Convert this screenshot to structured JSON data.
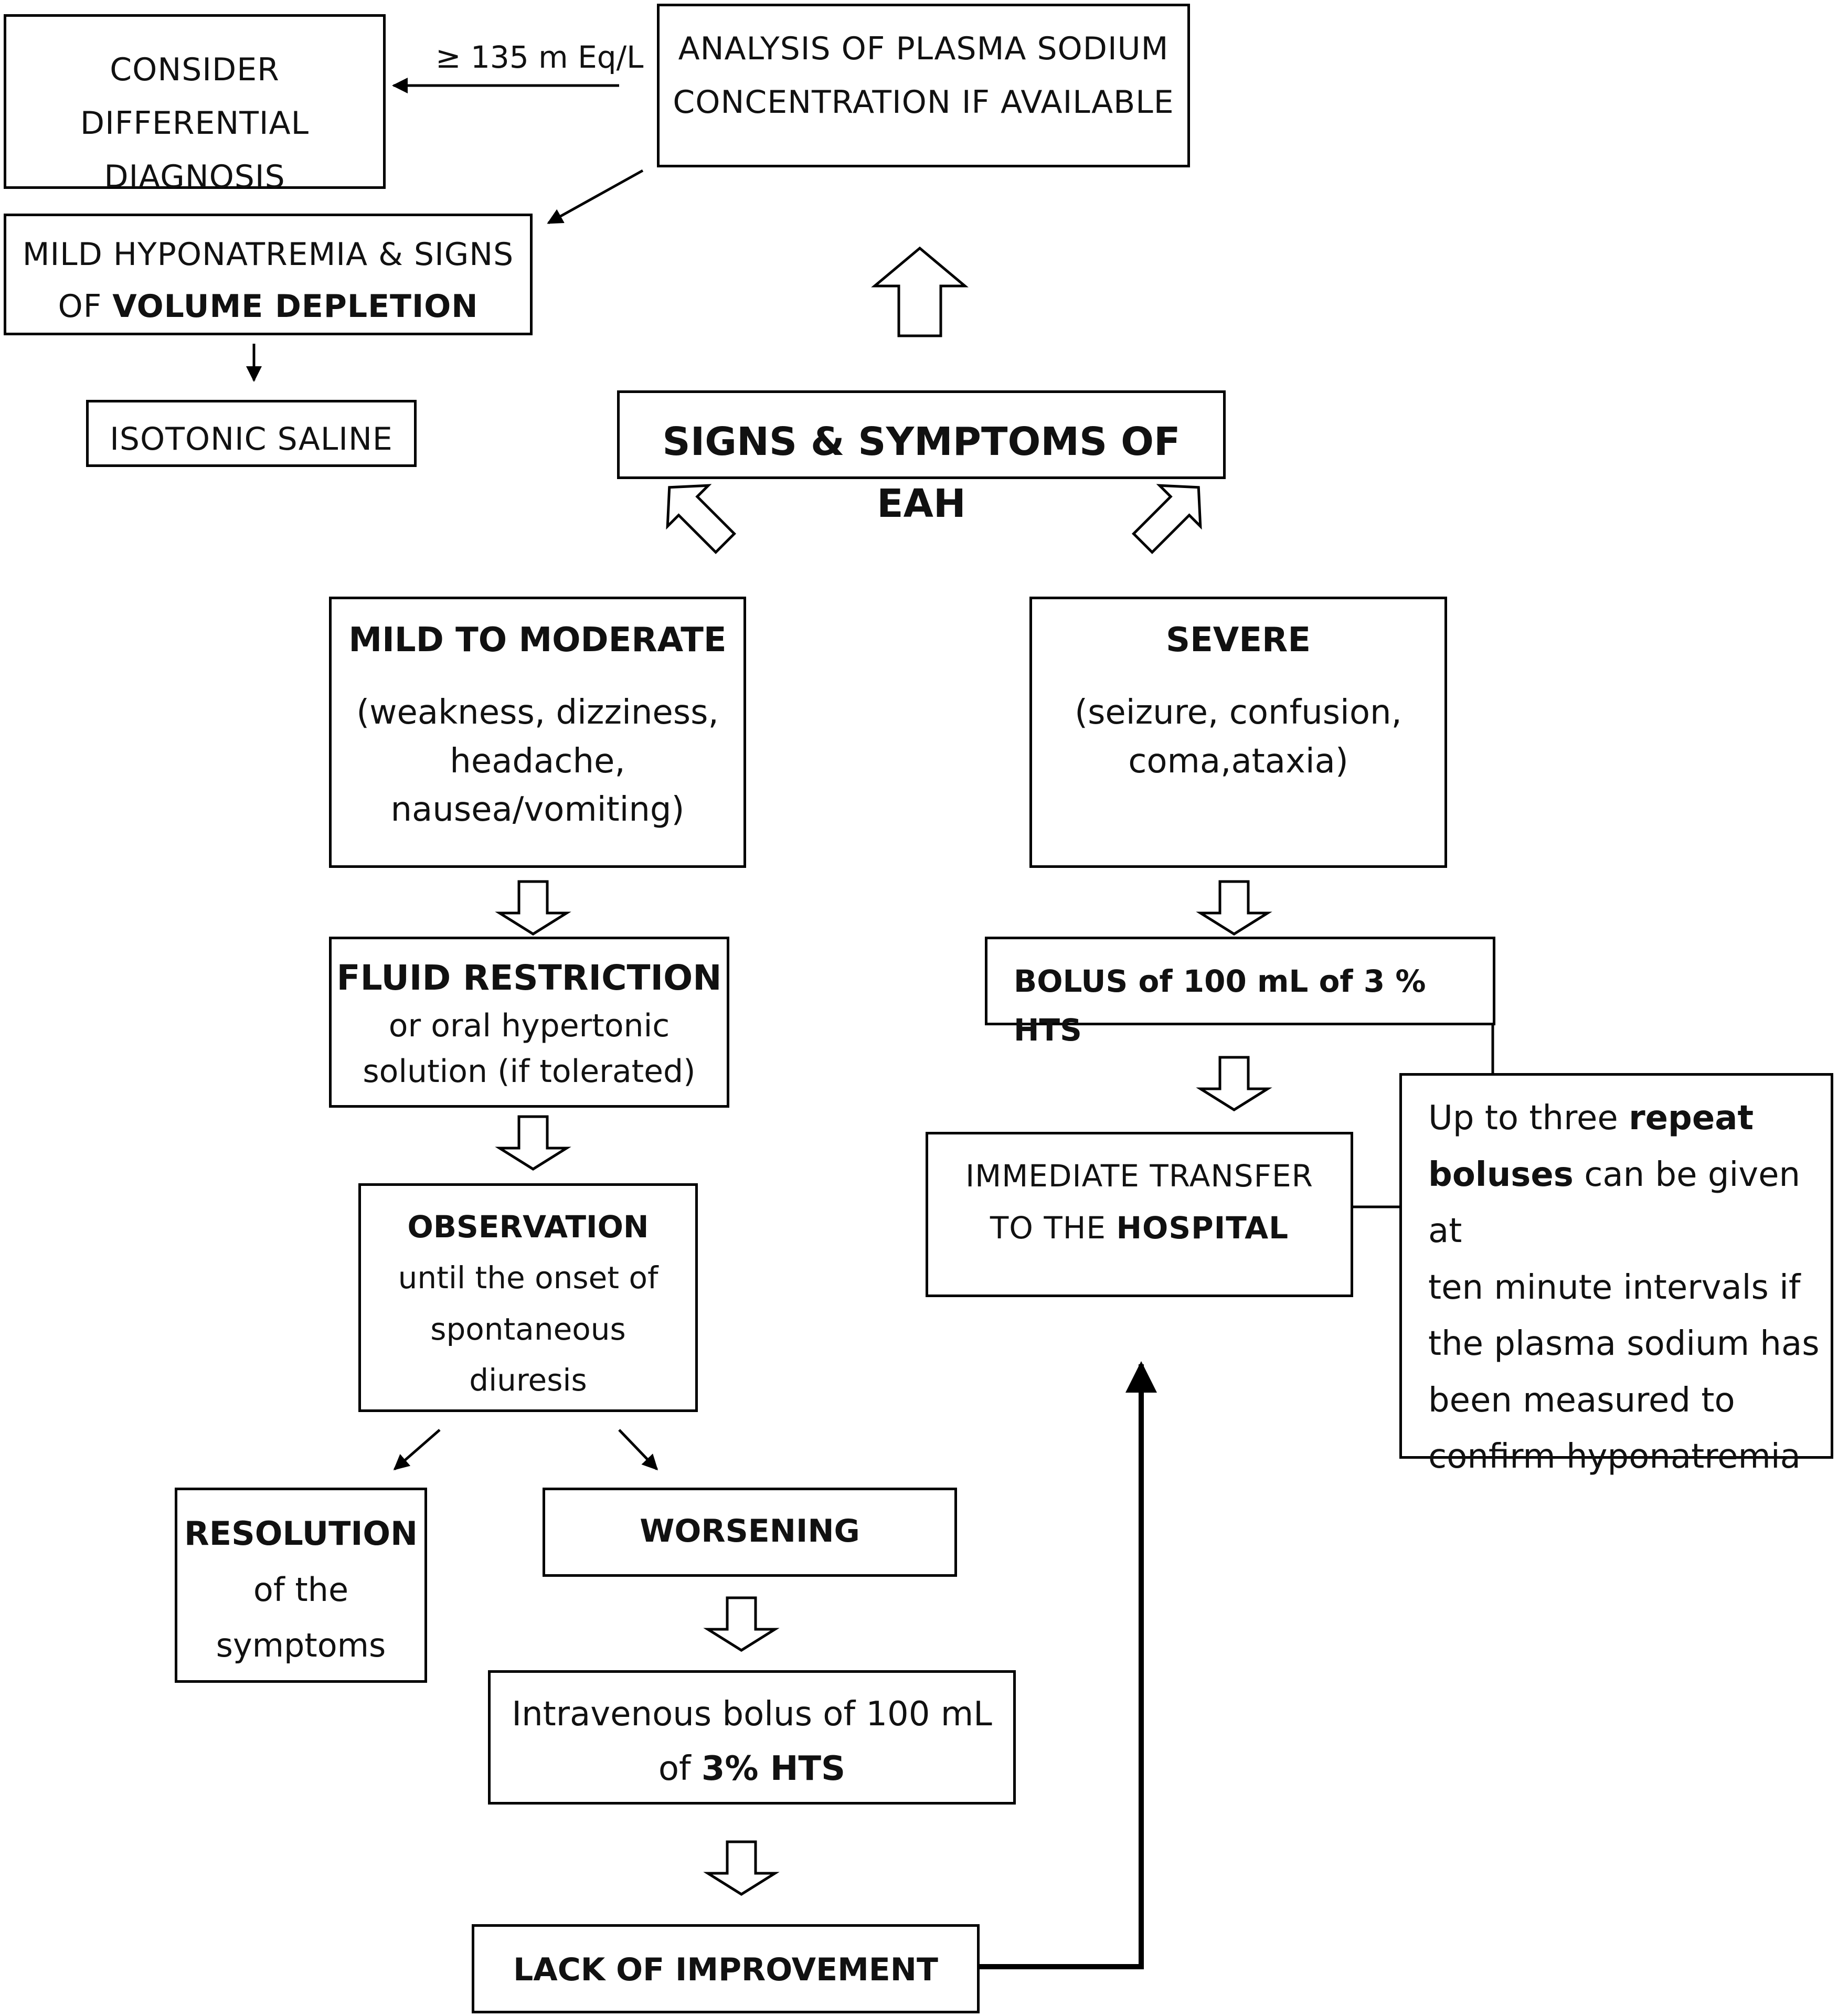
{
  "nodes": {
    "differential": {
      "line1": "CONSIDER",
      "line2": "DIFFERENTIAL",
      "line3": "DIAGNOSIS"
    },
    "analysis": {
      "line1": "ANALYSIS OF PLASMA SODIUM",
      "line2": "CONCENTRATION IF AVAILABLE"
    },
    "volume_depletion": {
      "line1": "MILD HYPONATREMIA & SIGNS",
      "line2_prefix": "OF ",
      "line2_bold": "VOLUME DEPLETION"
    },
    "isotonic": {
      "text": "ISOTONIC SALINE"
    },
    "signs": {
      "text": "SIGNS & SYMPTOMS OF EAH"
    },
    "mild": {
      "title": "MILD TO MODERATE",
      "line1": "(weakness, dizziness,",
      "line2": "headache,",
      "line3": "nausea/vomiting)"
    },
    "severe": {
      "title": "SEVERE",
      "line1": "(seizure, confusion,",
      "line2": "coma,ataxia)"
    },
    "fluid": {
      "title": "FLUID RESTRICTION",
      "line1": "or oral hypertonic",
      "line2": "solution (if tolerated)"
    },
    "bolus_severe": {
      "text": "BOLUS of 100 mL of 3 % HTS"
    },
    "observation": {
      "title": "OBSERVATION",
      "line1": "until the onset of",
      "line2": "spontaneous",
      "line3": "diuresis"
    },
    "transfer": {
      "line1": "IMMEDIATE TRANSFER",
      "line2_prefix": "TO THE ",
      "line2_bold": "HOSPITAL"
    },
    "repeat_note": {
      "l1_prefix": "Up to three ",
      "l1_bold": "repeat",
      "l2_bold": "boluses",
      "l2_suffix": " can be given at",
      "l3": "ten minute intervals  if",
      "l4": "the plasma sodium has",
      "l5": "been measured to",
      "l6": "confirm hyponatremia"
    },
    "resolution": {
      "title": "RESOLUTION",
      "line1": "of the",
      "line2": "symptoms"
    },
    "worsening": {
      "title": "WORSENING"
    },
    "iv_bolus": {
      "line1": "Intravenous bolus of 100 mL",
      "line2_prefix": "of  ",
      "line2_bold": "3% HTS"
    },
    "lack": {
      "title": "LACK OF IMPROVEMENT"
    }
  },
  "edges": {
    "sodium_threshold": "≥ 135 m Eq/L"
  }
}
